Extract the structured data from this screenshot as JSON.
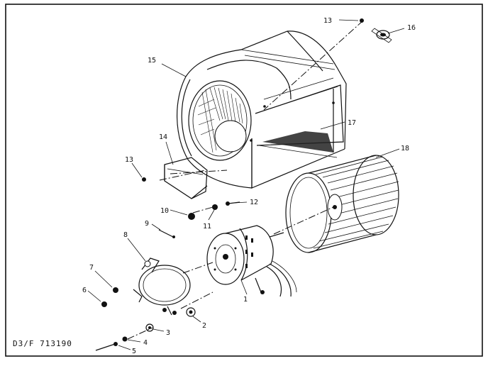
{
  "caption": "D3/F 713190",
  "labels": {
    "p1": "1",
    "p2": "2",
    "p3": "3",
    "p4": "4",
    "p5": "5",
    "p6": "6",
    "p7": "7",
    "p8": "8",
    "p9": "9",
    "p10": "10",
    "p11": "11",
    "p12": "12",
    "p13a": "13",
    "p13b": "13",
    "p14": "14",
    "p15": "15",
    "p16": "16",
    "p17": "17",
    "p18": "18"
  }
}
